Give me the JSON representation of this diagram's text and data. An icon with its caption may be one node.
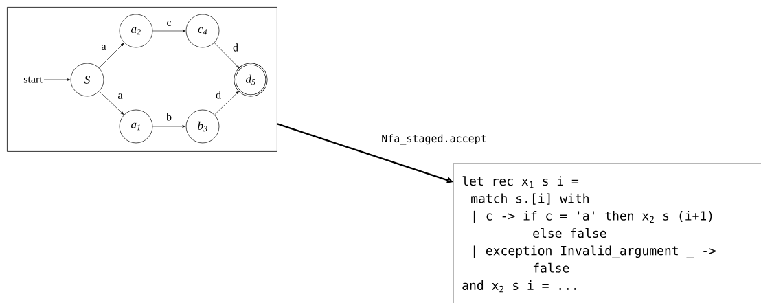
{
  "diagram": {
    "nodes": [
      {
        "text": [],
        "shape": "box"
      },
      {
        "text": [
          "start"
        ],
        "in": 0
      },
      {
        "text": [
          "S"
        ],
        "in": 0
      },
      {
        "text": [
          "a$_{2}$"
        ],
        "in": 0
      },
      {
        "text": [
          "c$_{4}$"
        ],
        "in": 0
      },
      {
        "text": [
          "a$_{1}$"
        ],
        "in": 0
      },
      {
        "text": [
          "b$_{3}$"
        ],
        "in": 0
      },
      {
        "text": [
          "d$_{5}$"
        ],
        "in": 0
      },
      {
        "text": [
          "let rec x$_{1}$ s i =",
          "match s.[i] with",
          "| c -> if c = 'a' then x$_{2}$ s (i+1)",
          "else false",
          "| exception Invalid_argument _ ->",
          "false",
          "and x$_{2}$ s i = ..."
        ]
      }
    ],
    "edges": [
      {
        "from": 1,
        "to": 2,
        "arrow": "to"
      },
      {
        "from": 2,
        "to": 3,
        "arrow": "to",
        "label": "a"
      },
      {
        "from": 2,
        "to": 5,
        "arrow": "to",
        "label": "a"
      },
      {
        "from": 3,
        "to": 4,
        "arrow": "to",
        "label": "c"
      },
      {
        "from": 5,
        "to": 6,
        "arrow": "to",
        "label": "b"
      },
      {
        "from": 4,
        "to": 7,
        "arrow": "to",
        "label": "d"
      },
      {
        "from": 6,
        "to": 7,
        "arrow": "to",
        "label": "d"
      },
      {
        "from": 0,
        "to": 8,
        "arrow": "to",
        "label": "Nfa_staged.accept",
        "style": "thick"
      }
    ]
  }
}
